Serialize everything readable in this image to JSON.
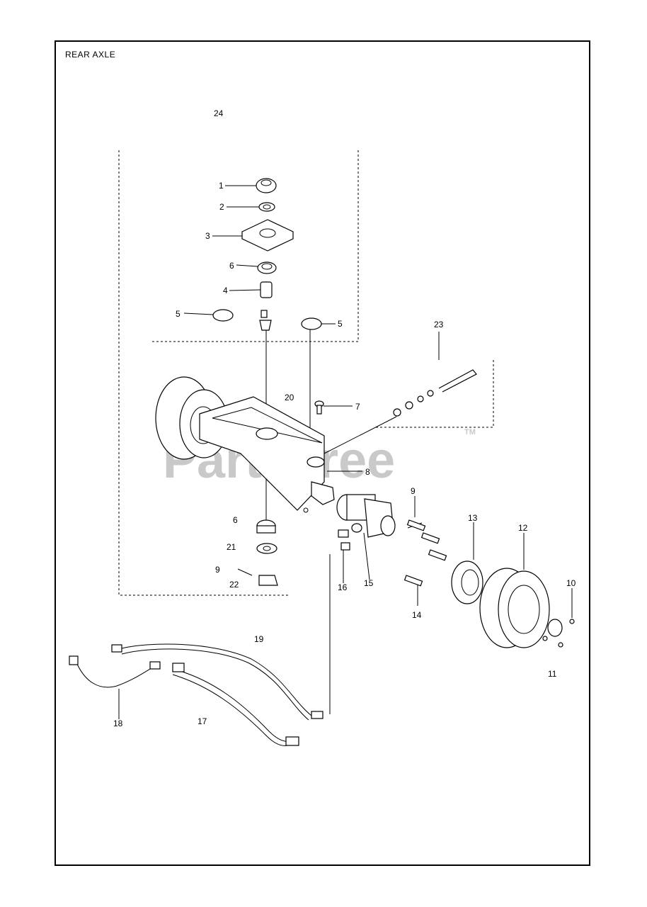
{
  "title": "REAR AXLE",
  "watermark": {
    "text": "PartsTree",
    "tm": "TM"
  },
  "callouts": {
    "c1": "1",
    "c2": "2",
    "c3": "3",
    "c4": "4",
    "c5a": "5",
    "c5b": "5",
    "c6a": "6",
    "c6b": "6",
    "c7": "7",
    "c8": "8",
    "c9a": "9",
    "c9b": "9",
    "c10": "10",
    "c11": "11",
    "c12": "12",
    "c13": "13",
    "c14": "14",
    "c15": "15",
    "c16": "16",
    "c17": "17",
    "c18": "18",
    "c19": "19",
    "c20": "20",
    "c21": "21",
    "c22": "22",
    "c23": "23",
    "c24": "24"
  }
}
